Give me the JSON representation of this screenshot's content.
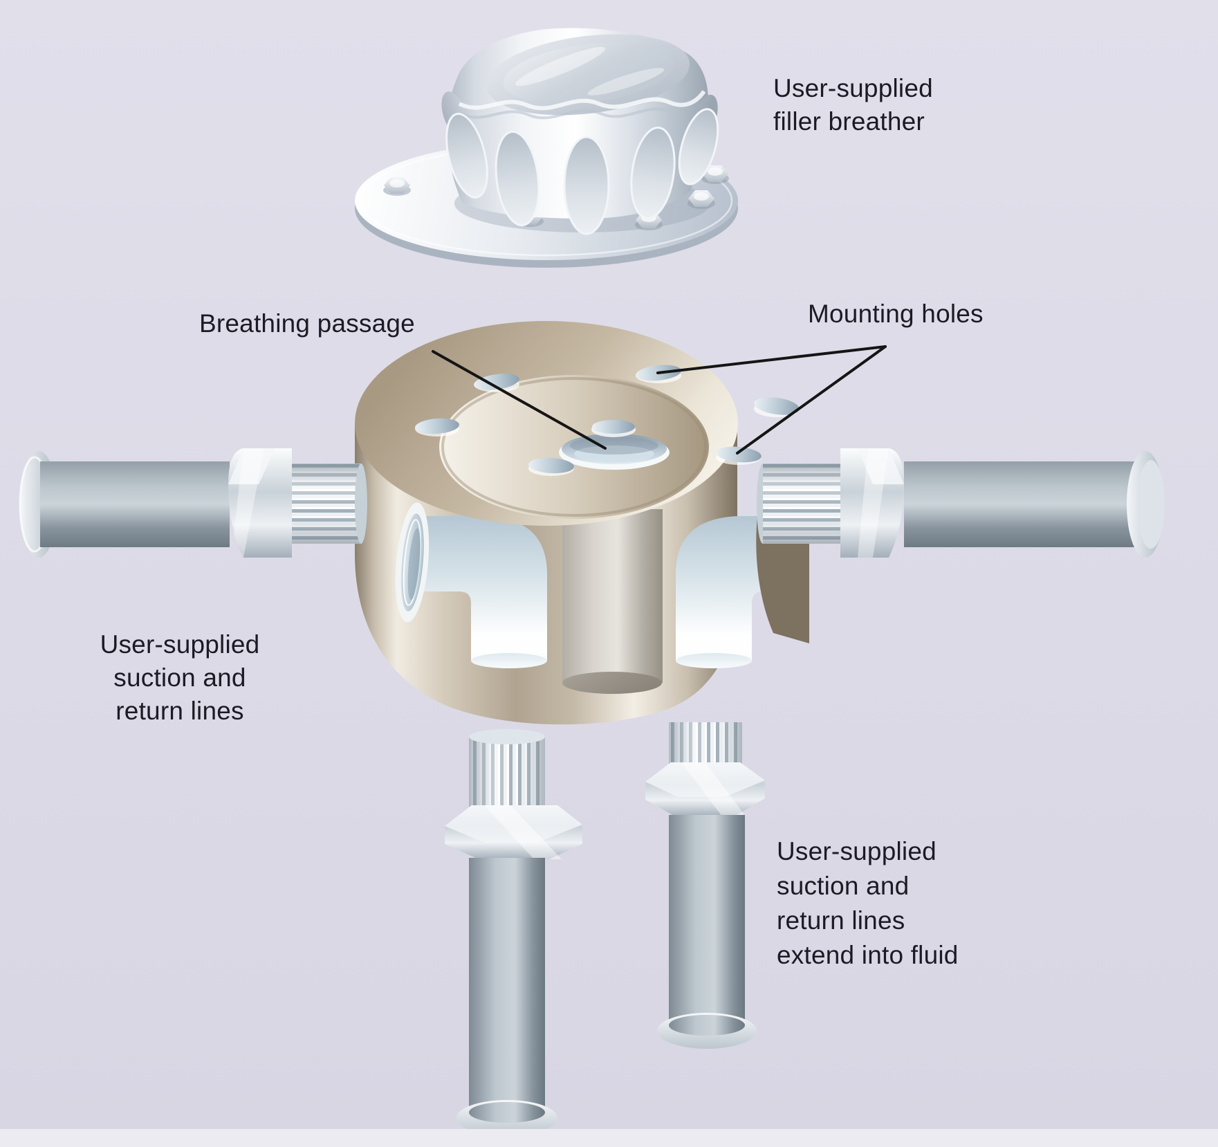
{
  "labels": {
    "filler_breather": {
      "line1": "User-supplied",
      "line2": "filler breather"
    },
    "breathing_passage": {
      "line1": "Breathing passage"
    },
    "mounting_holes": {
      "line1": "Mounting holes"
    },
    "suction_return_left": {
      "line1": "User-supplied",
      "line2": "suction and",
      "line3": "return lines"
    },
    "suction_return_bottom_right": {
      "line1": "User-supplied",
      "line2": "suction and",
      "line3": "return lines",
      "line4": "extend into fluid"
    }
  },
  "colors": {
    "background": "#dcdae6",
    "label_text": "#1c1b24",
    "leader_line": "#151515",
    "manifold_tan": "#b4a793",
    "metal_silver": "#dfe5ec",
    "pipe_gray": "#97a2ab",
    "cutaway_blue": "#b7c8d4"
  }
}
